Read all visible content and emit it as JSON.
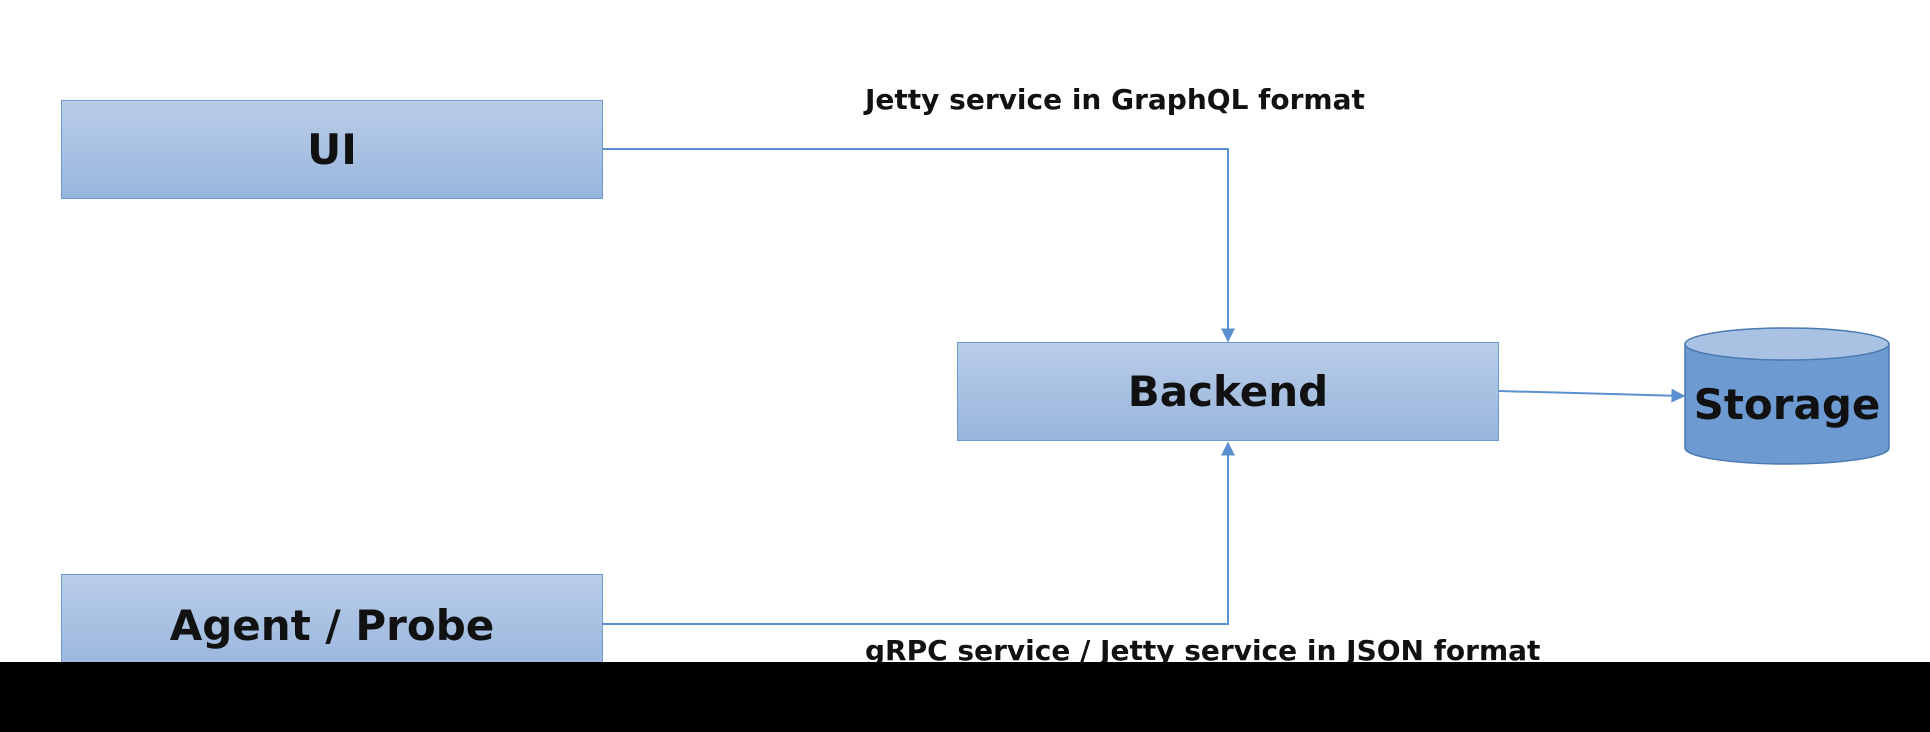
{
  "nodes": {
    "ui": "UI",
    "backend": "Backend",
    "agent": "Agent / Probe",
    "storage": "Storage"
  },
  "edges": {
    "ui_to_backend": "Jetty service in GraphQL format",
    "agent_to_backend": "gRPC service / Jetty service in JSON format"
  },
  "colors": {
    "node_fill": "#a7c0e2",
    "node_border": "#6e99cf",
    "cylinder_fill": "#6d9bd1",
    "cylinder_top": "#a9c2e4",
    "connector": "#5b8fd0"
  }
}
